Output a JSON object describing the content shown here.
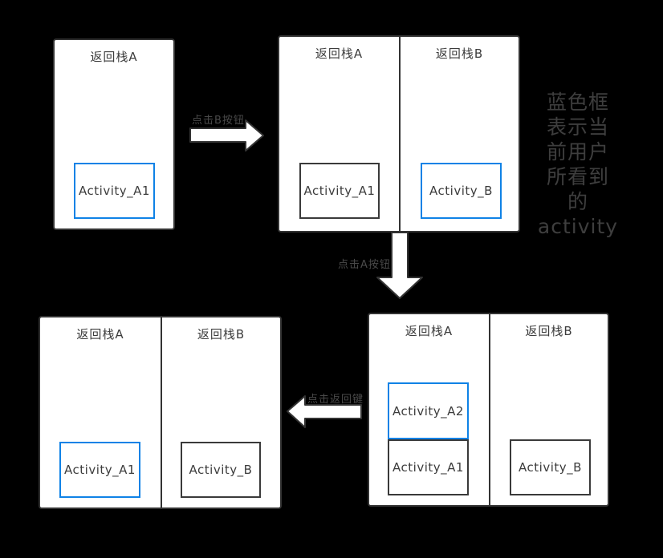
{
  "diagram": {
    "note": {
      "lines": [
        "蓝色框",
        "表示当",
        "前用户",
        "所看到",
        "的",
        "activity"
      ]
    },
    "arrows": {
      "click_b": "点击B按钮",
      "click_a": "点击A按钮",
      "click_back": "点击返回键"
    },
    "steps": {
      "step1": {
        "stacks": [
          {
            "title": "返回栈A",
            "activities": [
              {
                "label": "Activity_A1",
                "active": true
              }
            ]
          }
        ]
      },
      "step2": {
        "stacks": [
          {
            "title": "返回栈A",
            "activities": [
              {
                "label": "Activity_A1",
                "active": false
              }
            ]
          },
          {
            "title": "返回栈B",
            "activities": [
              {
                "label": "Activity_B",
                "active": true
              }
            ]
          }
        ]
      },
      "step3": {
        "stacks": [
          {
            "title": "返回栈A",
            "activities": [
              {
                "label": "Activity_A2",
                "active": true
              },
              {
                "label": "Activity_A1",
                "active": false
              }
            ]
          },
          {
            "title": "返回栈B",
            "activities": [
              {
                "label": "Activity_B",
                "active": false
              }
            ]
          }
        ]
      },
      "step4": {
        "stacks": [
          {
            "title": "返回栈A",
            "activities": [
              {
                "label": "Activity_A1",
                "active": true
              }
            ]
          },
          {
            "title": "返回栈B",
            "activities": [
              {
                "label": "Activity_B",
                "active": false
              }
            ]
          }
        ]
      }
    },
    "colors": {
      "background": "#000000",
      "panel_bg": "#ffffff",
      "line_dark": "#333333",
      "active_blue": "#0f82e6",
      "dim_text": "#3e3e3e"
    }
  }
}
